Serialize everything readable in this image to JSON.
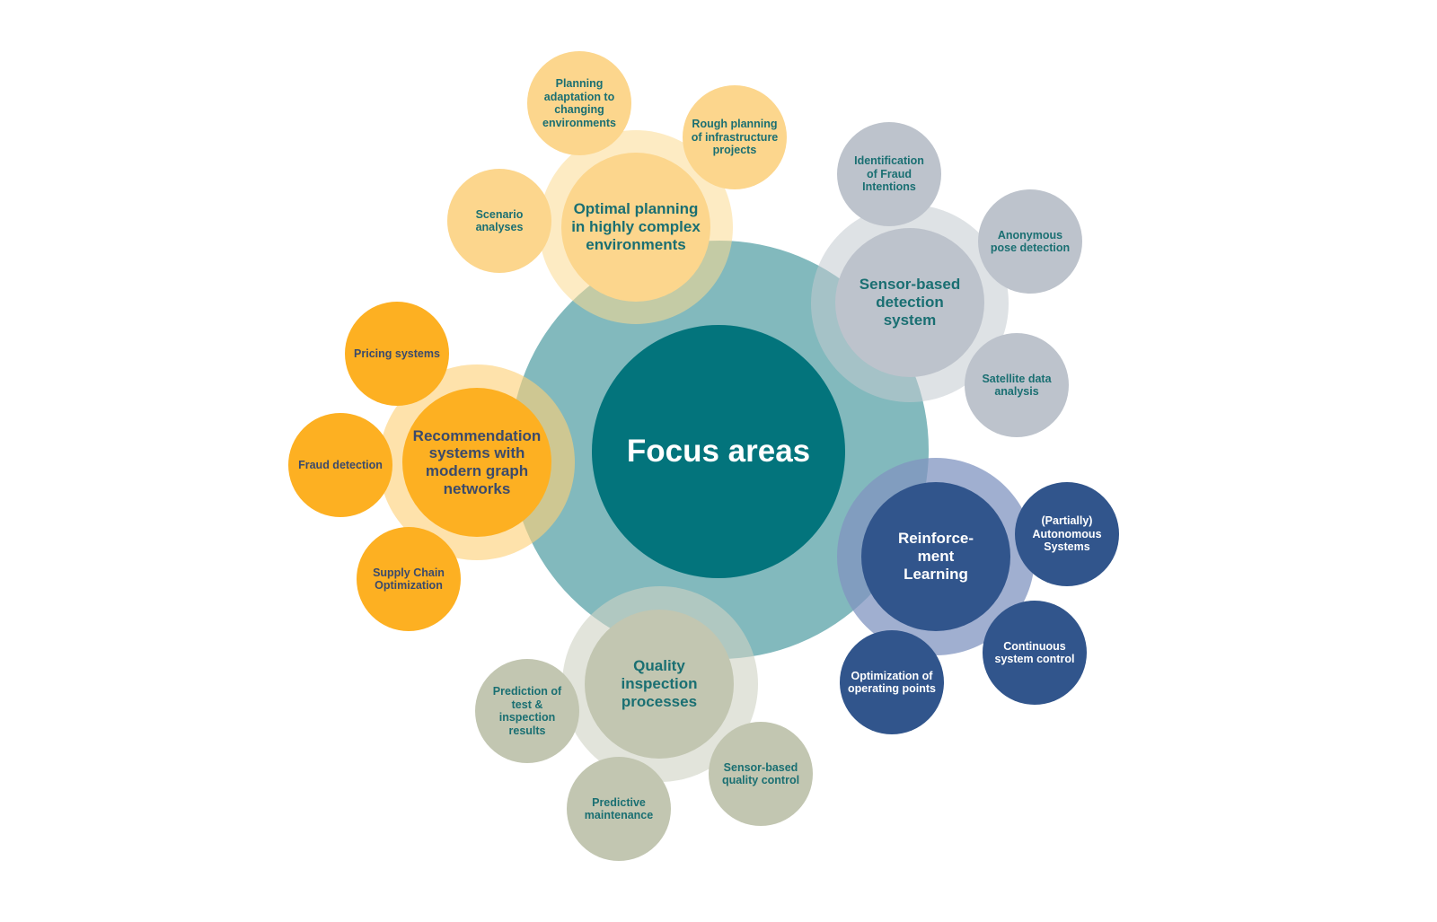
{
  "center": {
    "label": "Focus areas"
  },
  "areas": {
    "planning": {
      "label": "Optimal planning\nin highly complex\nenvironments",
      "items": [
        "Planning\nadaptation to\nchanging\nenvironments",
        "Rough planning\nof infrastructure\nprojects",
        "Scenario\nanalyses"
      ]
    },
    "sensor": {
      "label": "Sensor-based\ndetection\nsystem",
      "items": [
        "Identification\nof Fraud\nIntentions",
        "Anonymous\npose detection",
        "Satellite data\nanalysis"
      ]
    },
    "recommendation": {
      "label": "Recommendation\nsystems with\nmodern graph\nnetworks",
      "items": [
        "Pricing systems",
        "Fraud detection",
        "Supply Chain\nOptimization"
      ]
    },
    "reinforcement": {
      "label": "Reinforce-\nment\nLearning",
      "items": [
        "(Partially)\nAutonomous\nSystems",
        "Continuous\nsystem control",
        "Optimization of\noperating points"
      ]
    },
    "quality": {
      "label": "Quality\ninspection\nprocesses",
      "items": [
        "Prediction of\ntest &\ninspection\nresults",
        "Predictive\nmaintenance",
        "Sensor-based\nquality control"
      ]
    }
  },
  "colors": {
    "teal_dark": "#03747c",
    "teal_light": "#82b9bd",
    "yellow": "#fcd68d",
    "gray": "#bdc3cc",
    "orange": "#fdb022",
    "navy": "#31558c",
    "sage": "#c2c6b1",
    "text_teal": "#1a6f72",
    "text_dark": "#3b4a6b"
  }
}
